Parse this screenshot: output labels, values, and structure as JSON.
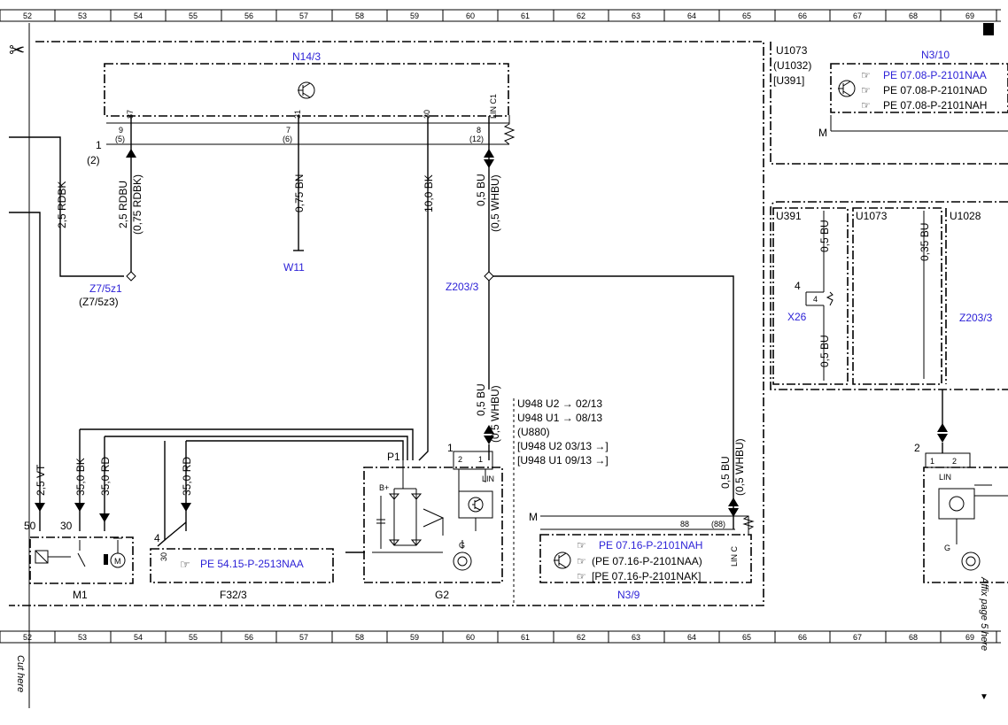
{
  "ruler": {
    "top": [
      "52",
      "53",
      "54",
      "55",
      "56",
      "57",
      "58",
      "59",
      "60",
      "61",
      "62",
      "63",
      "64",
      "65",
      "66",
      "67",
      "68",
      "69"
    ],
    "bottom": [
      "52",
      "53",
      "54",
      "55",
      "56",
      "57",
      "58",
      "59",
      "60",
      "61",
      "62",
      "63",
      "64",
      "65",
      "66",
      "67",
      "68",
      "69"
    ]
  },
  "margin": {
    "cut_here": "Cut here",
    "affix": "Affix page 5 here"
  },
  "components": {
    "n14_3": {
      "label": "N14/3"
    },
    "n3_10": {
      "label": "N3/10",
      "variants": [
        "U1073",
        "(U1032)",
        "[U391]"
      ],
      "refs": [
        "PE 07.08-P-2101NAA",
        "PE 07.08-P-2101NAD",
        "PE 07.08-P-2101NAH"
      ],
      "ground": "M"
    },
    "m1": {
      "label": "M1"
    },
    "f32_3": {
      "label": "F32/3",
      "ref": "PE 54.15-P-2513NAA"
    },
    "g2": {
      "label": "G2",
      "pin": "P1"
    },
    "n3_9": {
      "label": "N3/9",
      "refs": [
        "PE 07.16-P-2101NAH",
        "(PE 07.16-P-2101NAA)",
        "[PE 07.16-P-2101NAK]"
      ],
      "ground": "M",
      "pin": "88"
    },
    "w11": {
      "label": "W11"
    },
    "z7_5z1": {
      "label": "Z7/5z1",
      "alt": "(Z7/5z3)"
    },
    "z203_3": {
      "label": "Z203/3"
    },
    "z203_3_right": {
      "label": "Z203/3"
    },
    "x26": {
      "label": "X26"
    }
  },
  "pins": {
    "n14_87": "87",
    "n14_31": "31",
    "n14_30": "30",
    "n14_lin": "LIN C1",
    "n14_9": "9",
    "n14_5": "(5)",
    "n14_7": "7",
    "n14_6": "(6)",
    "n14_8": "8",
    "n14_12": "(12)",
    "left_1": "1",
    "left_2": "(2)",
    "m1_50": "50",
    "m1_30": "30",
    "f32_4": "4",
    "f32_30": "30",
    "g2_1": "1",
    "g2_2": "2",
    "g2_1b": "1",
    "g2_lin": "LIN",
    "g2_bplus": "B+",
    "g2_g": "G",
    "n39_lin": "LIN C",
    "n39_88b": "(88)",
    "x26_4": "4",
    "x26_4b": "4",
    "r_2": "2",
    "r_1": "1",
    "r_2b": "2",
    "r_lin": "LIN",
    "r_g": "G"
  },
  "wires": {
    "w_25rdbk": "2,5 RDBK",
    "w_25rdbu": "2,5 RDBU",
    "w_075rdbk": "(0,75 RDBK)",
    "w_075bn": "0,75 BN",
    "w_100bk": "10,0 BK",
    "w_05bu_a": "0,5 BU",
    "w_05whbu_a": "(0,5 WHBU)",
    "w_05bu_b": "0,5 BU",
    "w_05whbu_b": "(0,5 WHBU)",
    "w_05bu_c": "0,5 BU",
    "w_05whbu_c": "(0,5 WHBU)",
    "w_25vt": "2,5 VT",
    "w_350bk": "35,0 BK",
    "w_350rd_a": "35,0 RD",
    "w_350rd_b": "35,0 RD",
    "x26_top": "0,5 BU",
    "x26_bot": "0,5 BU",
    "u1073_wire": "0,35 BU"
  },
  "variant_notes": [
    "U948  U2 → 02/13",
    "U948  U1 → 08/13",
    "(U880)",
    "[U948  U2  03/13 →]",
    "[U948  U1  09/13 →]"
  ],
  "variant_heads": {
    "u391": "U391",
    "u1073": "U1073",
    "u1028": "U1028"
  },
  "colors": {
    "link": "#2a1fd6",
    "line": "#000000"
  }
}
